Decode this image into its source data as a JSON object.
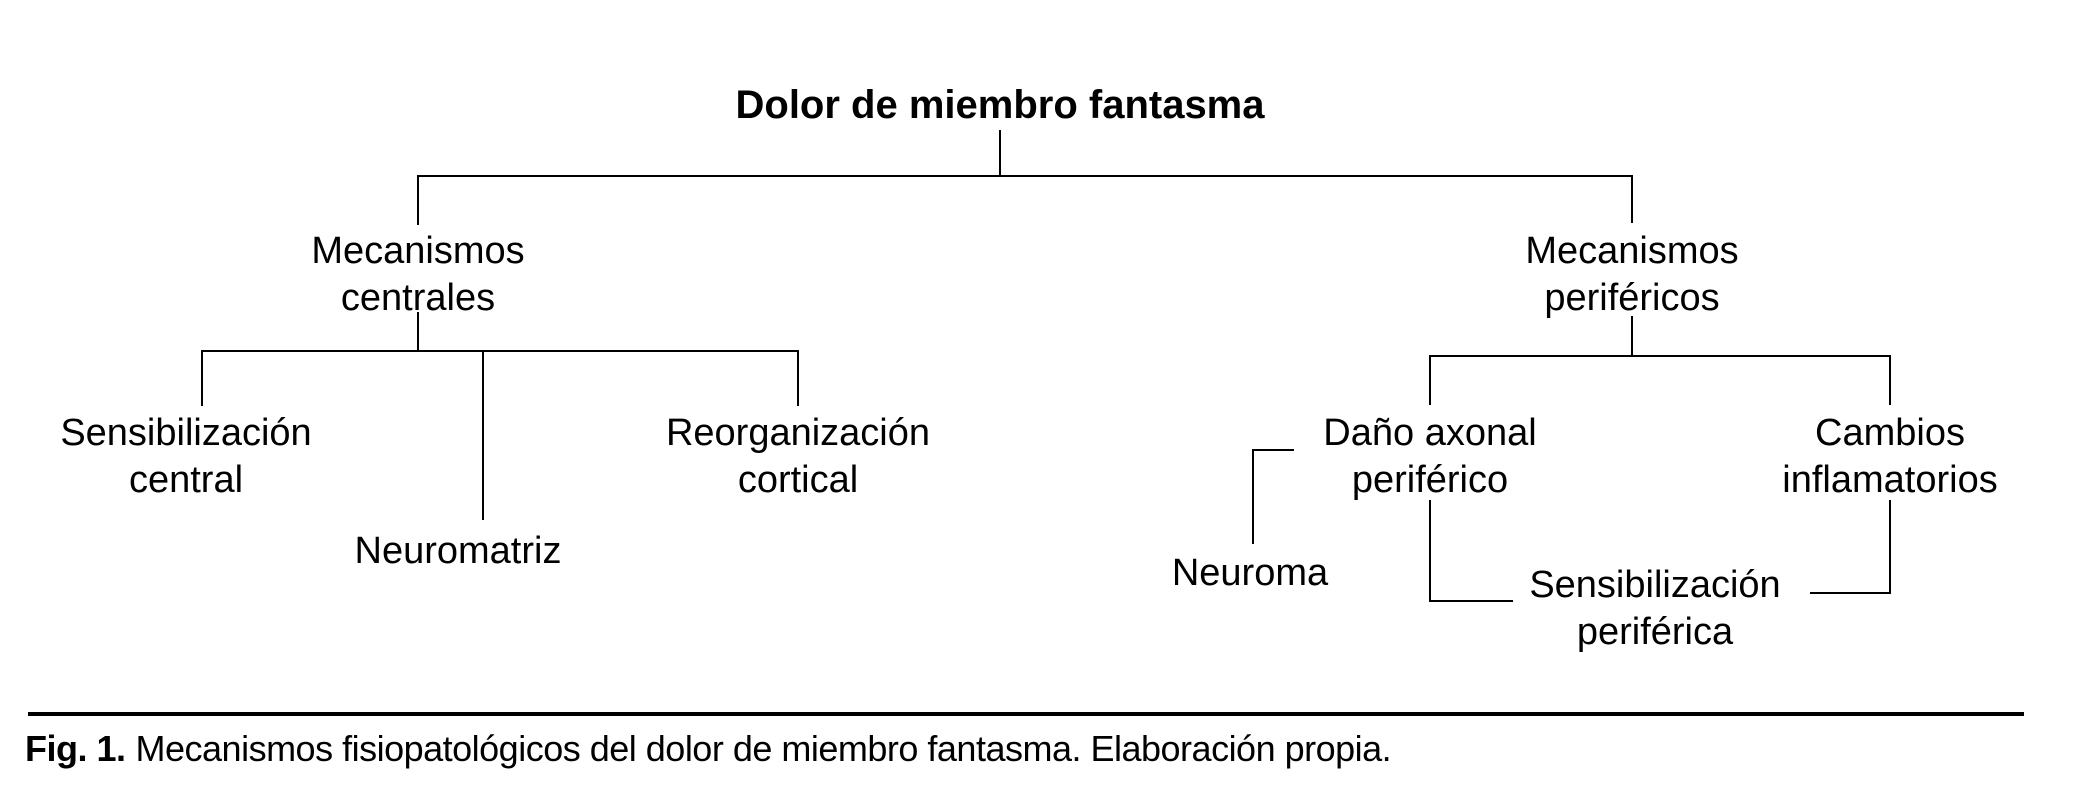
{
  "figure": {
    "caption": {
      "label": "Fig. 1.",
      "text": "Mecanismos fisiopatológicos del dolor de miembro fantasma. Elaboración propia."
    }
  },
  "diagram": {
    "type": "tree",
    "nodes": {
      "root": "Dolor de miembro fantasma",
      "mecanismos_centrales": "Mecanismos\ncentrales",
      "sensibilizacion_central": "Sensibilización\ncentral",
      "neuromatriz": "Neuromatriz",
      "reorganizacion_cortical": "Reorganización\ncortical",
      "mecanismos_perifericos": "Mecanismos\nperiféricos",
      "dano_axonal_periferico": "Daño axonal\nperiférico",
      "neuroma": "Neuroma",
      "cambios_inflamatorios": "Cambios\ninflamatorios",
      "sensibilizacion_periferica": "Sensibilización\nperiférica"
    },
    "edges": [
      [
        "root",
        "mecanismos_centrales"
      ],
      [
        "root",
        "mecanismos_perifericos"
      ],
      [
        "mecanismos_centrales",
        "sensibilizacion_central"
      ],
      [
        "mecanismos_centrales",
        "neuromatriz"
      ],
      [
        "mecanismos_centrales",
        "reorganizacion_cortical"
      ],
      [
        "mecanismos_perifericos",
        "dano_axonal_periferico"
      ],
      [
        "mecanismos_perifericos",
        "cambios_inflamatorios"
      ],
      [
        "dano_axonal_periferico",
        "neuroma"
      ],
      [
        "dano_axonal_periferico",
        "sensibilizacion_periferica"
      ],
      [
        "cambios_inflamatorios",
        "sensibilizacion_periferica"
      ]
    ],
    "colors": {
      "background": "#ffffff",
      "line": "#000000",
      "text": "#000000"
    }
  }
}
